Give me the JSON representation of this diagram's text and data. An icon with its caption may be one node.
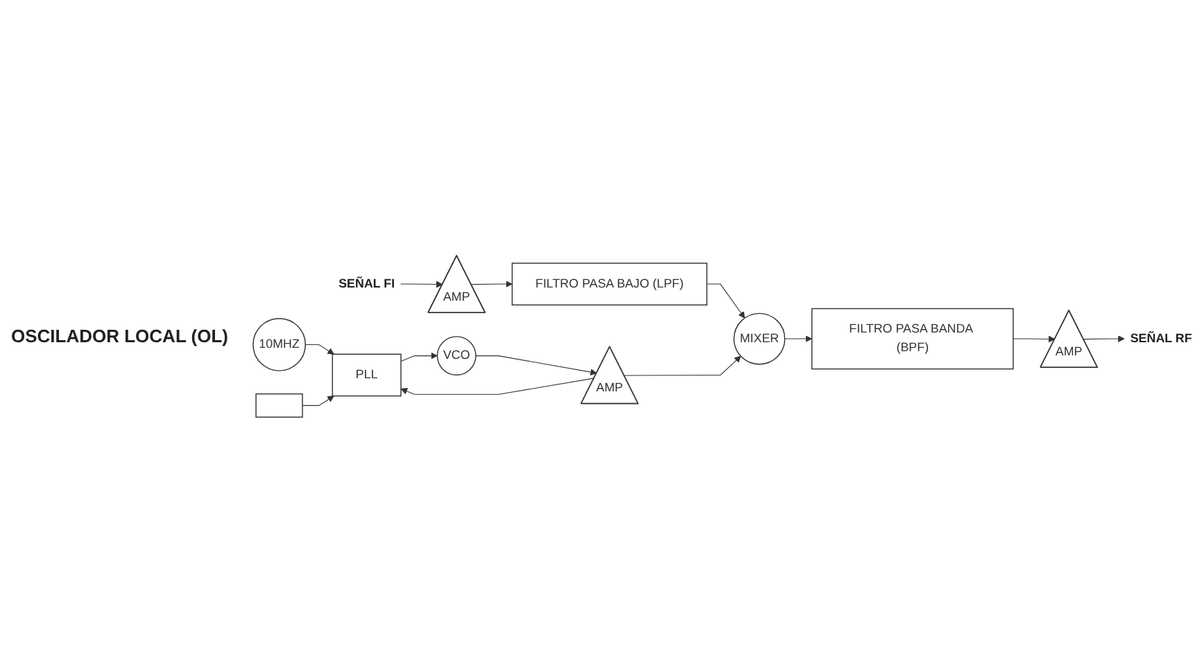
{
  "diagram": {
    "nodes": [
      {
        "text": [
          "SEÑAL FI"
        ]
      },
      {
        "text": [
          "AMP"
        ]
      },
      {
        "text": [
          "FILTRO PASA BAJO (LPF)"
        ]
      },
      {
        "text": [
          "MIXER"
        ]
      },
      {
        "text": [
          "FILTRO PASA BANDA (BPF)"
        ]
      },
      {
        "text": [
          "AMP"
        ]
      },
      {
        "text": [
          "SEÑAL RF"
        ]
      },
      {
        "text": [
          "10MHZ"
        ]
      },
      {
        "text": [
          "PLL"
        ]
      },
      {
        "text": [],
        "shape": "box"
      },
      {
        "text": [
          "AMP"
        ]
      },
      {
        "text": [
          "VCO"
        ]
      }
    ],
    "edges": [
      {
        "from": 0,
        "to": 1,
        "arrow": "to"
      },
      {
        "from": 1,
        "to": 2,
        "arrow": "to"
      },
      {
        "from": 2,
        "to": 3,
        "arrow": "to"
      },
      {
        "from": 3,
        "to": 4,
        "arrow": "to"
      },
      {
        "from": 4,
        "to": 5,
        "arrow": "to"
      },
      {
        "from": 5,
        "to": 6,
        "arrow": "to"
      },
      {
        "from": 7,
        "to": 8,
        "arrow": "to"
      },
      {
        "from": 9,
        "to": 8,
        "arrow": "to"
      },
      {
        "from": 10,
        "to": 3,
        "arrow": "to"
      },
      {
        "from": 10,
        "to": 8,
        "arrow": "to"
      },
      {
        "from": 11,
        "to": 10,
        "arrow": "to"
      },
      {
        "from": 8,
        "to": 11,
        "arrow": "to"
      }
    ],
    "labels": [
      "OSCILADOR LOCAL (OL)"
    ]
  }
}
